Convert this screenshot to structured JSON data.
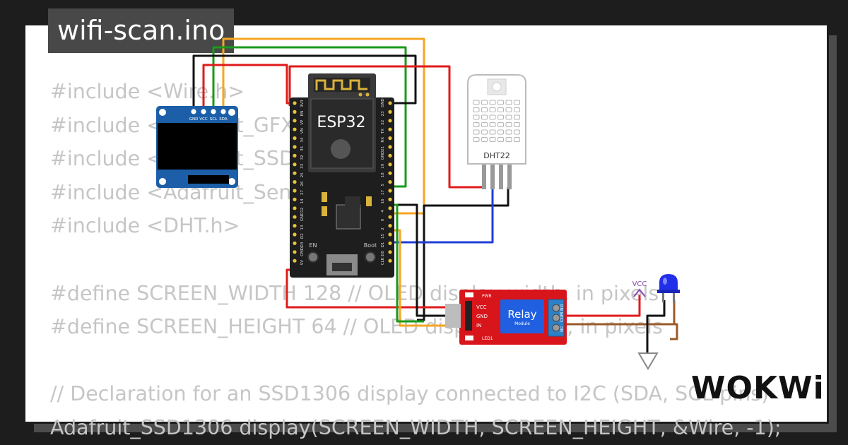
{
  "file": {
    "title": "wifi-scan.ino"
  },
  "code_lines": [
    "#include <Wire.h>",
    "#include <Adafruit_GFX.h>",
    "#include <Adafruit_SSD1306.h>",
    "#include <Adafruit_Sensor.h>",
    "#include <DHT.h>",
    "",
    "#define SCREEN_WIDTH 128 // OLED display width, in pixels",
    "#define SCREEN_HEIGHT 64 // OLED display height, in pixels",
    "",
    "// Declaration for an SSD1306 display connected to I2C (SDA, SCL pins)",
    "Adafruit_SSD1306 display(SCREEN_WIDTH, SCREEN_HEIGHT, &Wire, -1);"
  ],
  "components": {
    "oled": {
      "pins": [
        "GND",
        "VCC",
        "SCL",
        "SDA"
      ]
    },
    "esp32": {
      "label": "ESP32",
      "left_pins": [
        "3V3",
        "EN",
        "VP",
        "VN",
        "34",
        "35",
        "32",
        "33",
        "25",
        "26",
        "27",
        "14",
        "12",
        "GND",
        "13",
        "D2",
        "D3",
        "CMD",
        "5V"
      ],
      "right_pins": [
        "GND",
        "23",
        "22",
        "TX",
        "RX",
        "21",
        "GND",
        "19",
        "18",
        "5",
        "17",
        "16",
        "4",
        "0",
        "2",
        "15",
        "D1",
        "D0",
        "CLK"
      ],
      "button_labels": {
        "en": "EN",
        "boot": "Boot"
      }
    },
    "dht22": {
      "label": "DHT22"
    },
    "relay": {
      "title": "Relay",
      "subtitle": "Module",
      "left_pins": [
        "VCC",
        "GND",
        "IN"
      ],
      "right_pins": [
        "NO",
        "COM",
        "NC"
      ],
      "led_labels": [
        "PWR",
        "LED1"
      ]
    },
    "vcc": {
      "label": "VCC"
    }
  },
  "colors": {
    "wire_red": "#e01b1b",
    "wire_green": "#1a9a1a",
    "wire_orange": "#f5a623",
    "wire_black": "#111111",
    "wire_blue": "#1f3fd6",
    "wire_brown": "#9b5a2a",
    "relay_board": "#d8151a",
    "relay_block": "#2060e0",
    "oled_board": "#1c5fa8",
    "esp32_board": "#1e1e1e",
    "led": "#2130e8"
  },
  "branding": {
    "logo": "WOKWi"
  }
}
